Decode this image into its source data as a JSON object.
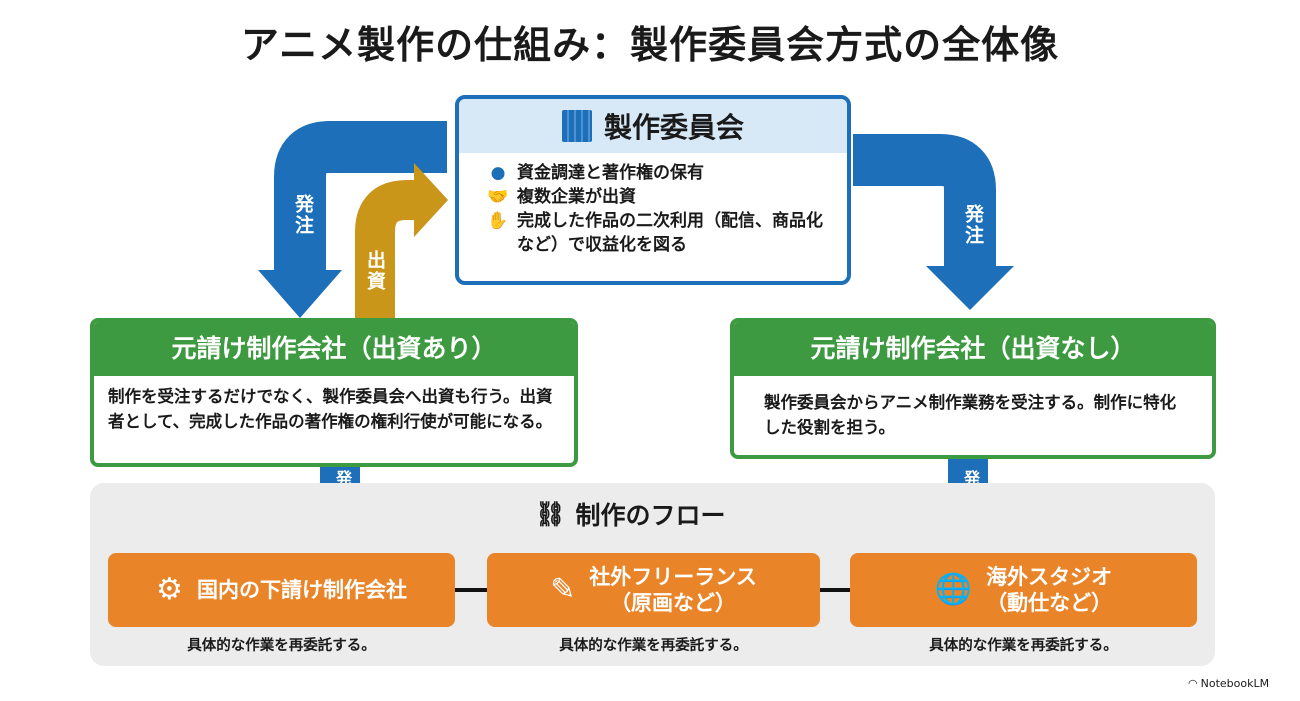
{
  "title": "アニメ製作の仕組み：製作委員会方式の全体像",
  "committee": {
    "title": "製作委員会",
    "icon": "building-icon",
    "items": [
      {
        "icon": "yen-icon",
        "text": "資金調達と著作権の保有"
      },
      {
        "icon": "handshake-icon",
        "text": "複数企業が出資"
      },
      {
        "icon": "money-hand-icon",
        "text": "完成した作品の二次利用（配信、商品化など）で収益化を図る"
      }
    ]
  },
  "arrows": {
    "left_order": "発注",
    "investment": "出資",
    "right_order": "発注",
    "left_small_order": "発注",
    "right_small_order": "発注"
  },
  "prime_with_investment": {
    "title": "元請け制作会社（出資あり）",
    "body": "制作を受注するだけでなく、製作委員会へ出資も行う。出資者として、完成した作品の著作権の権利行使が可能になる。"
  },
  "prime_without_investment": {
    "title": "元請け制作会社（出資なし）",
    "body": "製作委員会からアニメ制作業務を受注する。制作に特化した役割を担う。"
  },
  "flow": {
    "title": "制作のフロー",
    "nodes": [
      {
        "label": "国内の下請け制作会社",
        "icon": "gears-icon",
        "caption": "具体的な作業を再委託する。"
      },
      {
        "label": "社外フリーランス\n（原画など）",
        "icon": "tablet-pen-icon",
        "caption": "具体的な作業を再委託する。"
      },
      {
        "label": "海外スタジオ\n（動仕など）",
        "icon": "globe-building-icon",
        "caption": "具体的な作業を再委託する。"
      }
    ]
  },
  "footer": {
    "brand": "NotebookLM"
  },
  "colors": {
    "blue": "#1c6fb8",
    "gold": "#c9961a",
    "green": "#3d9a40",
    "orange": "#ea8428"
  }
}
